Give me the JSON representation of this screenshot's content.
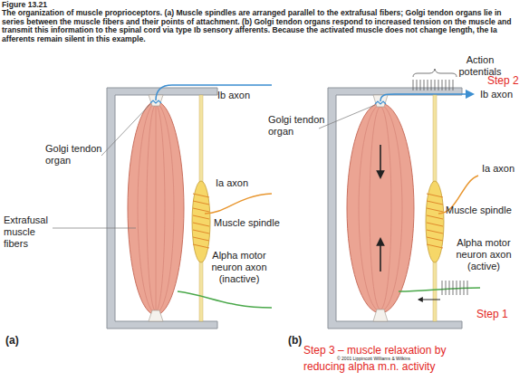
{
  "diagram": {
    "title": "Figure 13.21",
    "caption": "The organization of muscle proprioceptors. (a) Muscle spindles are arranged parallel to the extrafusal fibers; Golgi tendon organs lie in series between the muscle fibers and their points of attachment. (b) Golgi tendon organs respond to increased tension on the muscle and transmit this information to the spinal cord via type Ib sensory afferents. Because the activated muscle does not change length, the Ia afferents remain silent in this example.",
    "labels": [
      "Golgi tendon organ",
      "Ib axon",
      "Ia axon",
      "Extrafusal muscle fibers",
      "Muscle spindle",
      "Alpha motor neuron axon (inactive)",
      "(a)",
      "Action potentials",
      "Step 2",
      "Golgi tendon organ",
      "Ib axon",
      "Ia axon",
      "Muscle spindle",
      "Alpha motor neuron axon (active)",
      "Step 1",
      "(b)",
      "Step 3 – muscle relaxation by reducing alpha m.n. activity",
      "© 2001 Lippincott Williams & Wilkins"
    ]
  }
}
